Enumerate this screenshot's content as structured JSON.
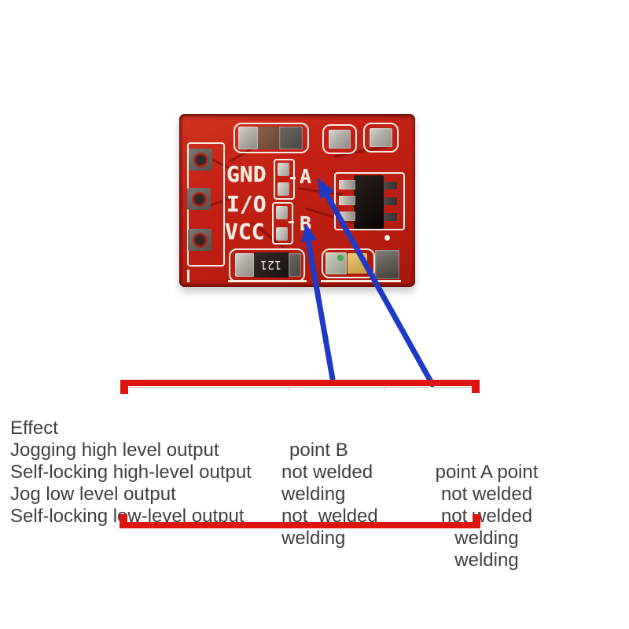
{
  "colors": {
    "board_red": "#c22015",
    "board_red_dark": "#931409",
    "trace_red": "#8e130c",
    "silkscreen": "#f3ede2",
    "ic_black": "#1a1210",
    "pad_silver": "#b9b4ae",
    "arrow_blue": "#1e3ac4",
    "bracket_red": "#dd1410",
    "table_text": "#3f3f3f",
    "page_bg": "#ffffff"
  },
  "pcb": {
    "labels": {
      "gnd": "GND",
      "io": "I/O",
      "vcc": "VCC",
      "point_a": "A",
      "point_b": "B"
    },
    "resistor_marking": "121"
  },
  "table": {
    "header": {
      "col1": "Effect",
      "col2": "point B",
      "col3": "point A point"
    },
    "rows": [
      {
        "col1": "Jogging high level output",
        "col2": "not welded",
        "col3": "not welded"
      },
      {
        "col1": "Self-locking high-level output",
        "col2": "welding",
        "col3": "not welded"
      },
      {
        "col1": "Jog low level output",
        "col2": "not  welded",
        "col3": "welding"
      },
      {
        "col1": "Self-locking low-level output",
        "col2": "welding",
        "col3": "welding"
      }
    ]
  }
}
